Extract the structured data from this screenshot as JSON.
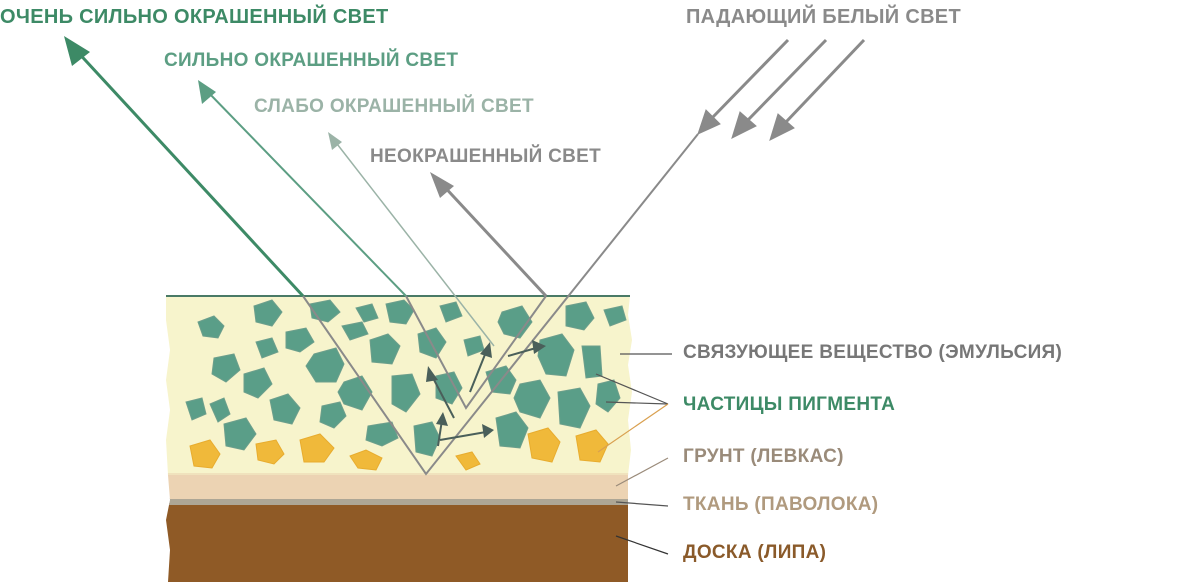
{
  "labels": {
    "very_strong": "ОЧЕНЬ СИЛЬНО ОКРАШЕННЫЙ СВЕТ",
    "strong": "СИЛЬНО ОКРАШЕННЫЙ СВЕТ",
    "weak": "СЛАБО ОКРАШЕННЫЙ СВЕТ",
    "uncolored": "НЕОКРАШЕННЫЙ СВЕТ",
    "incident": "ПАДАЮЩИЙ БЕЛЫЙ СВЕТ",
    "binder": "СВЯЗУЮЩЕЕ ВЕЩЕСТВО (ЭМУЛЬСИЯ)",
    "pigment": "ЧАСТИЦЫ ПИГМЕНТА",
    "ground": "ГРУНТ (ЛЕВКАС)",
    "fabric": "ТКАНЬ (ПАВОЛОКА)",
    "board": "ДОСКА (ЛИПА)"
  },
  "colors": {
    "very_strong": "#3d8a66",
    "strong": "#5c9e83",
    "weak": "#9bb3a7",
    "gray": "#8a8a8a",
    "binder": "#f7f4cc",
    "pigment": "#5a9e88",
    "ochre": "#f0b93a",
    "ground": "#ecd3b3",
    "fabric": "#ada695",
    "board": "#8f5a26",
    "ground_text": "#9a8b7a",
    "fabric_text": "#b09a7e",
    "board_text": "#8a5a2a"
  }
}
